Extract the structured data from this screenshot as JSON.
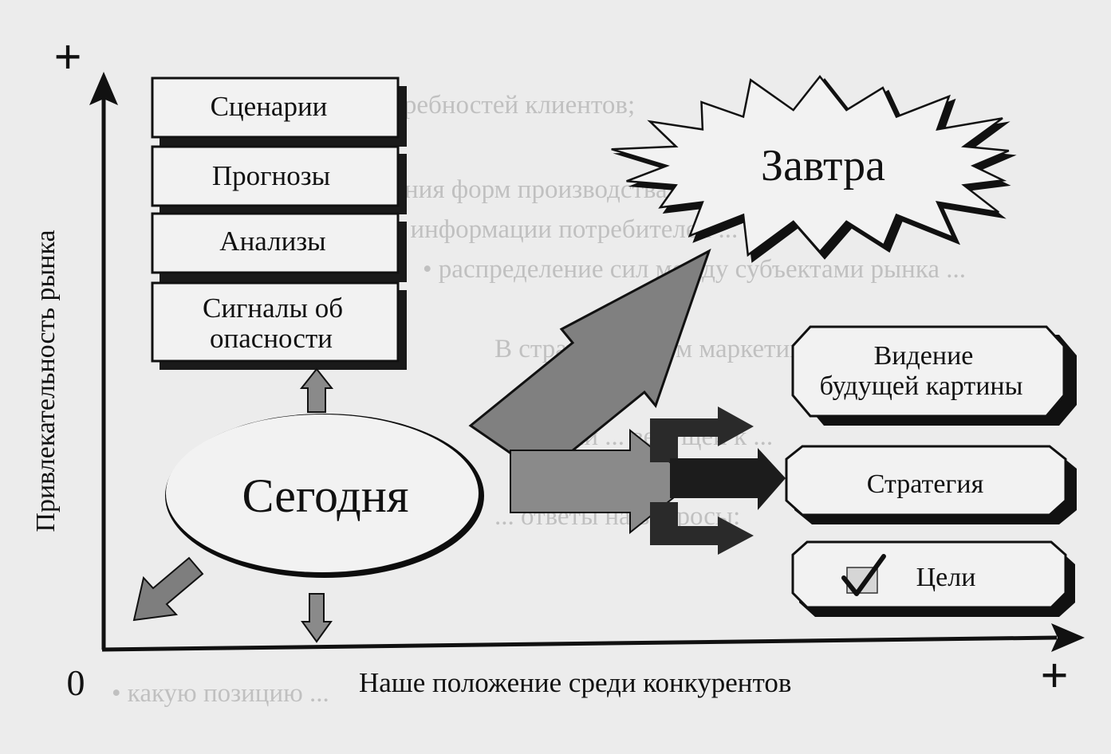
{
  "axes": {
    "y_label": "Привлекательность рынка",
    "x_label": "Наше положение среди конкурентов",
    "origin_label": "0",
    "plus_label": "+"
  },
  "boxes": {
    "scenarios": "Сценарии",
    "forecasts": "Прогнозы",
    "analyses": "Анализы",
    "danger_signals_line1": "Сигналы об",
    "danger_signals_line2": "опасности"
  },
  "nodes": {
    "today": "Сегодня",
    "tomorrow": "Завтра"
  },
  "outcomes": {
    "vision_line1": "Видение",
    "vision_line2": "будущей картины",
    "strategy": "Стратегия",
    "goals": "Цели"
  },
  "icons": {
    "goals_marker": "checkmark-icon"
  }
}
